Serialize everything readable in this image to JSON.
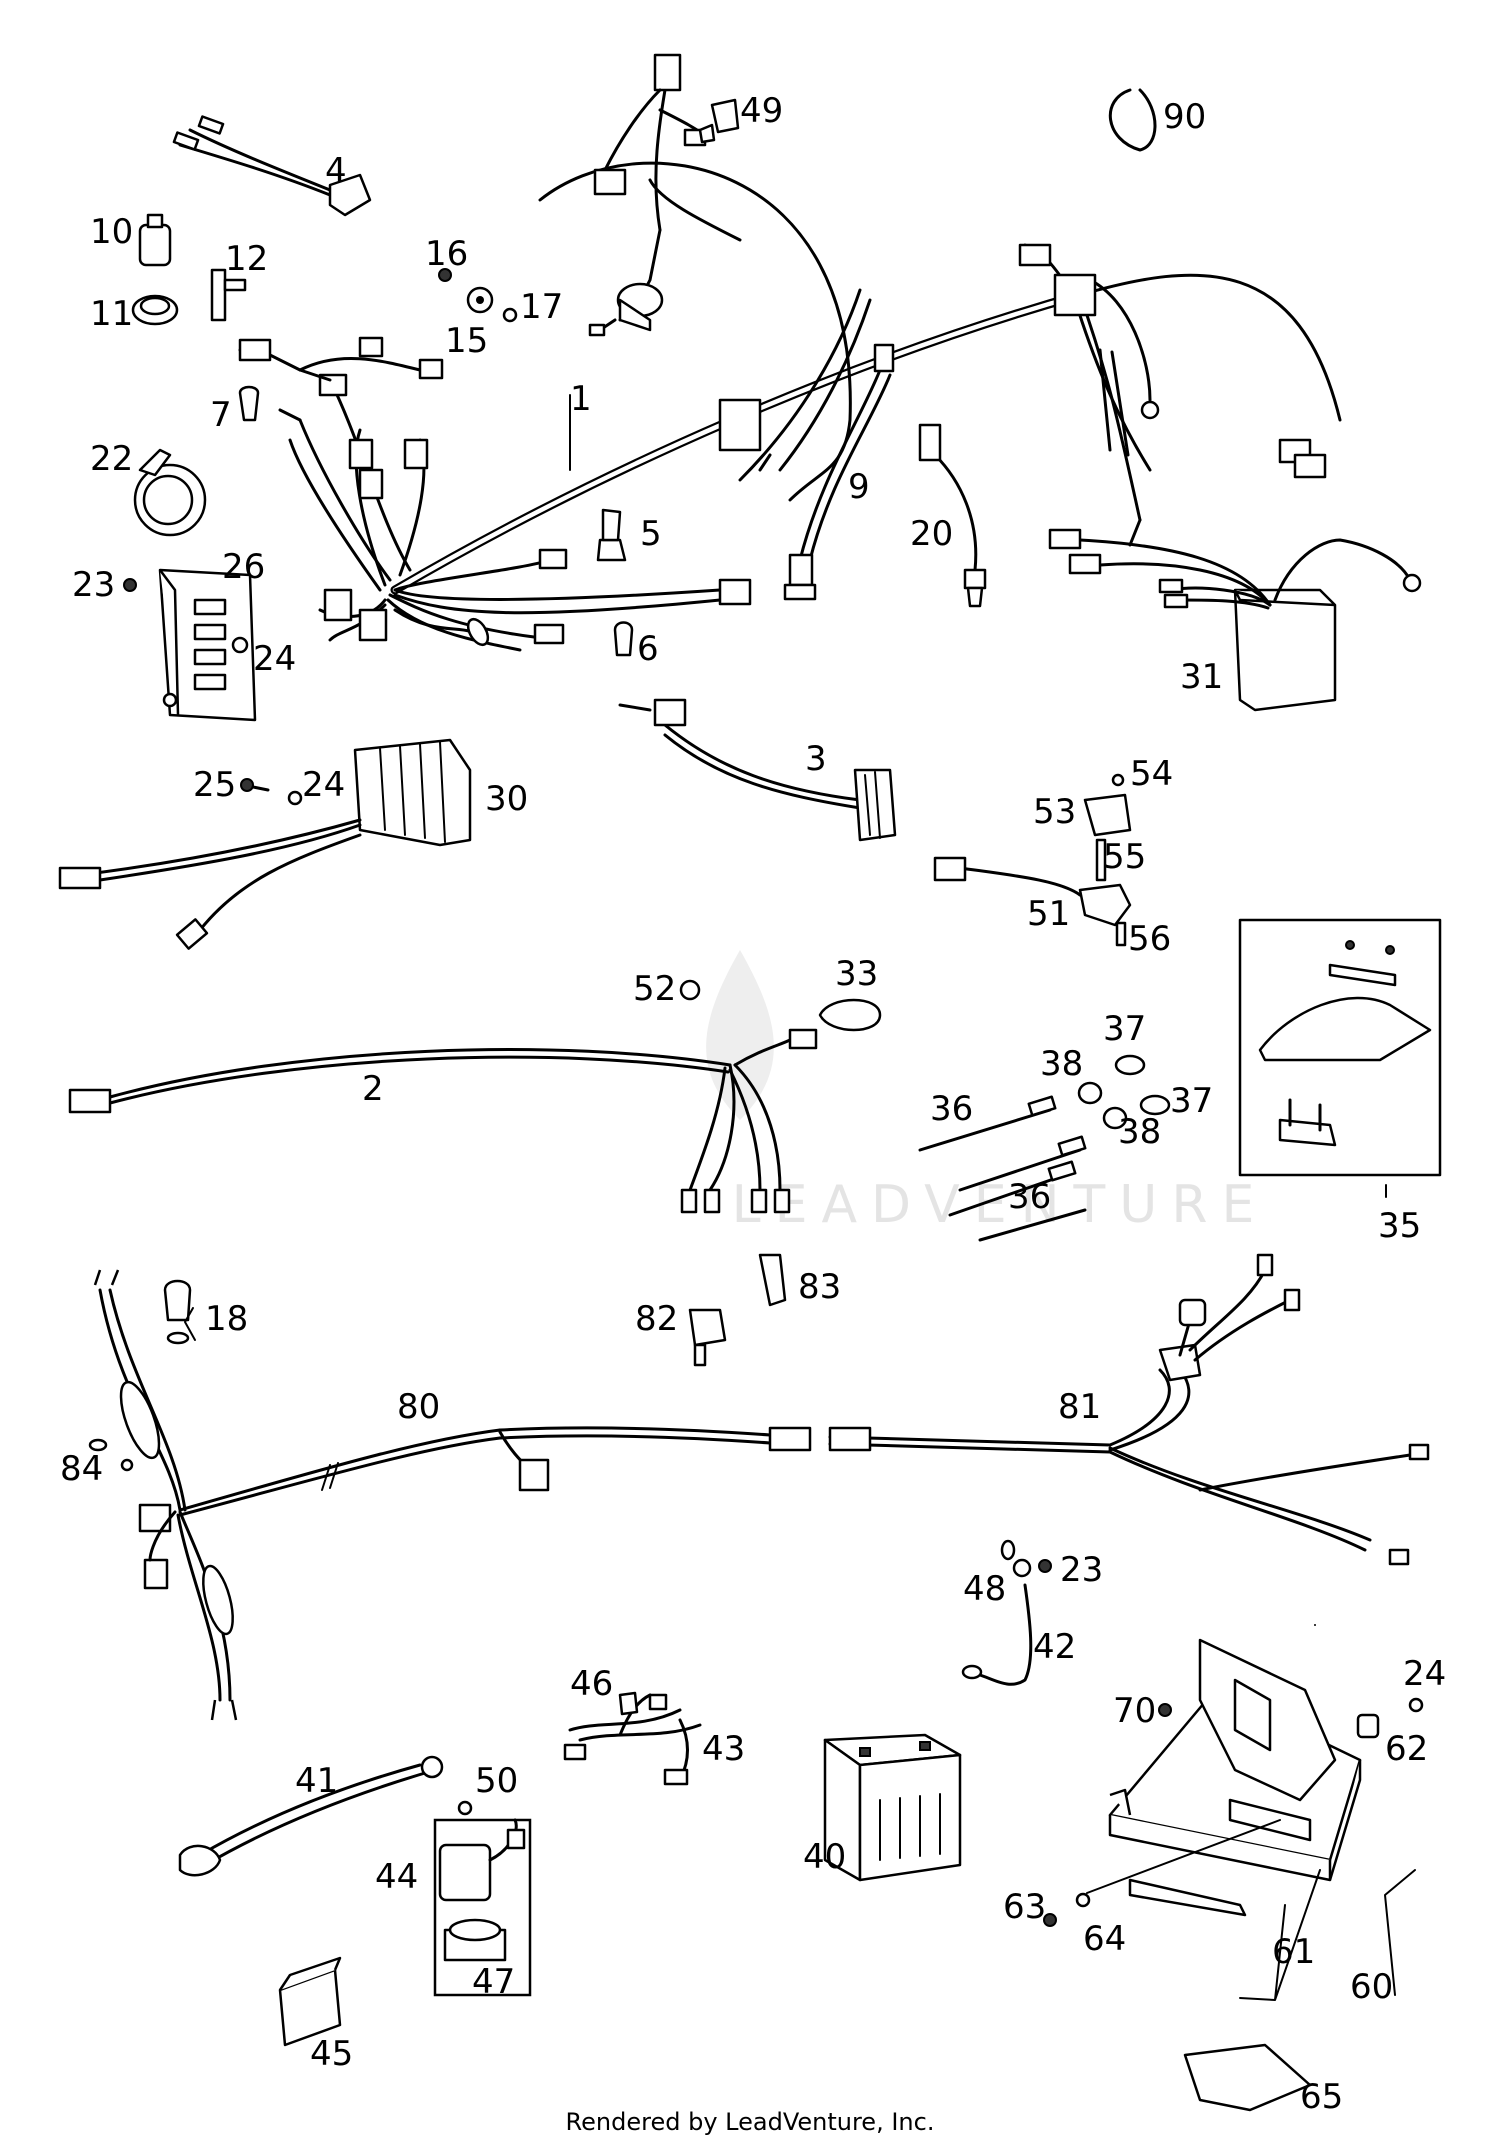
{
  "diagram": {
    "labels": {
      "l1": "1",
      "l2": "2",
      "l3": "3",
      "l4": "4",
      "l5": "5",
      "l6": "6",
      "l7": "7",
      "l9": "9",
      "l10": "10",
      "l11": "11",
      "l12": "12",
      "l15": "15",
      "l16": "16",
      "l17": "17",
      "l18": "18",
      "l20": "20",
      "l22": "22",
      "l23a": "23",
      "l23b": "23",
      "l24a": "24",
      "l24b": "24",
      "l24c": "24",
      "l25": "25",
      "l26": "26",
      "l30": "30",
      "l31": "31",
      "l33": "33",
      "l35": "35",
      "l36a": "36",
      "l36b": "36",
      "l37a": "37",
      "l37b": "37",
      "l38a": "38",
      "l38b": "38",
      "l40": "40",
      "l41": "41",
      "l42": "42",
      "l43": "43",
      "l44": "44",
      "l45": "45",
      "l46": "46",
      "l47": "47",
      "l48": "48",
      "l49": "49",
      "l50": "50",
      "l51": "51",
      "l52": "52",
      "l53": "53",
      "l54": "54",
      "l55": "55",
      "l56": "56",
      "l60": "60",
      "l61": "61",
      "l62": "62",
      "l63": "63",
      "l64": "64",
      "l65": "65",
      "l70": "70",
      "l80": "80",
      "l81": "81",
      "l82": "82",
      "l83": "83",
      "l84": "84",
      "l90": "90"
    },
    "watermark": "LEADVENTURE",
    "footer": "Rendered by LeadVenture, Inc."
  }
}
